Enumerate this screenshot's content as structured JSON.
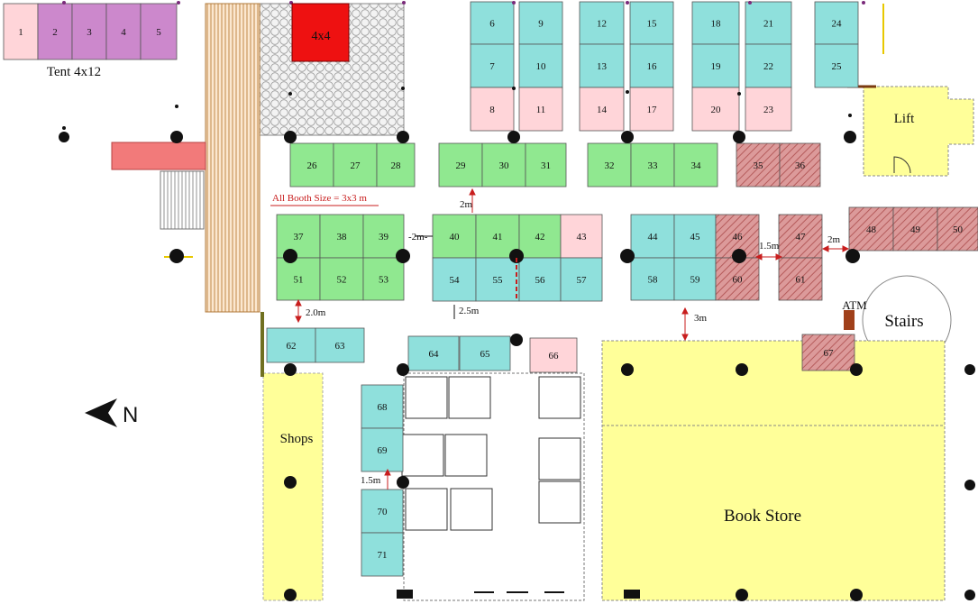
{
  "legend": {
    "tent_label": "Tent 4x12",
    "booth_size_note": "All Booth Size = 3x3 m",
    "north": "N",
    "special_booth": "4x4"
  },
  "areas": {
    "lift": "Lift",
    "stairs": "Stairs",
    "atm": "ATM",
    "shops": "Shops",
    "book_store": "Book Store"
  },
  "spacing": {
    "s1": "2m",
    "s2": "-2m-",
    "s3": "2.0m",
    "s4": "2.5m",
    "s5": "3m",
    "s6": "1.5m",
    "s7": "2m",
    "s8": "1.5m"
  },
  "colors": {
    "pink": "#ffd5d9",
    "purple": "#cc88cc",
    "teal": "#8fe0dc",
    "green": "#90e890",
    "red_special": "#ee1111",
    "hatched": "#d99494",
    "yellow": "#ffff99",
    "salmon": "#f27a7a",
    "brown": "#a0401a"
  },
  "booths": [
    {
      "id": "1",
      "color": "pink"
    },
    {
      "id": "2",
      "color": "purple"
    },
    {
      "id": "3",
      "color": "purple"
    },
    {
      "id": "4",
      "color": "purple"
    },
    {
      "id": "5",
      "color": "purple"
    },
    {
      "id": "6",
      "color": "teal"
    },
    {
      "id": "7",
      "color": "teal"
    },
    {
      "id": "8",
      "color": "pink"
    },
    {
      "id": "9",
      "color": "teal"
    },
    {
      "id": "10",
      "color": "teal"
    },
    {
      "id": "11",
      "color": "pink"
    },
    {
      "id": "12",
      "color": "teal"
    },
    {
      "id": "13",
      "color": "teal"
    },
    {
      "id": "14",
      "color": "pink"
    },
    {
      "id": "15",
      "color": "teal"
    },
    {
      "id": "16",
      "color": "teal"
    },
    {
      "id": "17",
      "color": "pink"
    },
    {
      "id": "18",
      "color": "teal"
    },
    {
      "id": "19",
      "color": "teal"
    },
    {
      "id": "20",
      "color": "pink"
    },
    {
      "id": "21",
      "color": "teal"
    },
    {
      "id": "22",
      "color": "teal"
    },
    {
      "id": "23",
      "color": "pink"
    },
    {
      "id": "24",
      "color": "teal"
    },
    {
      "id": "25",
      "color": "teal"
    },
    {
      "id": "26",
      "color": "green"
    },
    {
      "id": "27",
      "color": "green"
    },
    {
      "id": "28",
      "color": "green"
    },
    {
      "id": "29",
      "color": "green"
    },
    {
      "id": "30",
      "color": "green"
    },
    {
      "id": "31",
      "color": "green"
    },
    {
      "id": "32",
      "color": "green"
    },
    {
      "id": "33",
      "color": "green"
    },
    {
      "id": "34",
      "color": "green"
    },
    {
      "id": "35",
      "color": "hatched"
    },
    {
      "id": "36",
      "color": "hatched"
    },
    {
      "id": "37",
      "color": "green"
    },
    {
      "id": "38",
      "color": "green"
    },
    {
      "id": "39",
      "color": "green"
    },
    {
      "id": "40",
      "color": "green"
    },
    {
      "id": "41",
      "color": "green"
    },
    {
      "id": "42",
      "color": "green"
    },
    {
      "id": "43",
      "color": "pink"
    },
    {
      "id": "44",
      "color": "teal"
    },
    {
      "id": "45",
      "color": "teal"
    },
    {
      "id": "46",
      "color": "hatched"
    },
    {
      "id": "47",
      "color": "hatched"
    },
    {
      "id": "48",
      "color": "hatched"
    },
    {
      "id": "49",
      "color": "hatched"
    },
    {
      "id": "50",
      "color": "hatched"
    },
    {
      "id": "51",
      "color": "green"
    },
    {
      "id": "52",
      "color": "green"
    },
    {
      "id": "53",
      "color": "green"
    },
    {
      "id": "54",
      "color": "teal"
    },
    {
      "id": "55",
      "color": "teal"
    },
    {
      "id": "56",
      "color": "teal"
    },
    {
      "id": "57",
      "color": "teal"
    },
    {
      "id": "58",
      "color": "teal"
    },
    {
      "id": "59",
      "color": "teal"
    },
    {
      "id": "60",
      "color": "hatched"
    },
    {
      "id": "61",
      "color": "hatched"
    },
    {
      "id": "62",
      "color": "teal"
    },
    {
      "id": "63",
      "color": "teal"
    },
    {
      "id": "64",
      "color": "teal"
    },
    {
      "id": "65",
      "color": "teal"
    },
    {
      "id": "66",
      "color": "pink"
    },
    {
      "id": "67",
      "color": "hatched"
    },
    {
      "id": "68",
      "color": "teal"
    },
    {
      "id": "69",
      "color": "teal"
    },
    {
      "id": "70",
      "color": "teal"
    },
    {
      "id": "71",
      "color": "teal"
    }
  ]
}
